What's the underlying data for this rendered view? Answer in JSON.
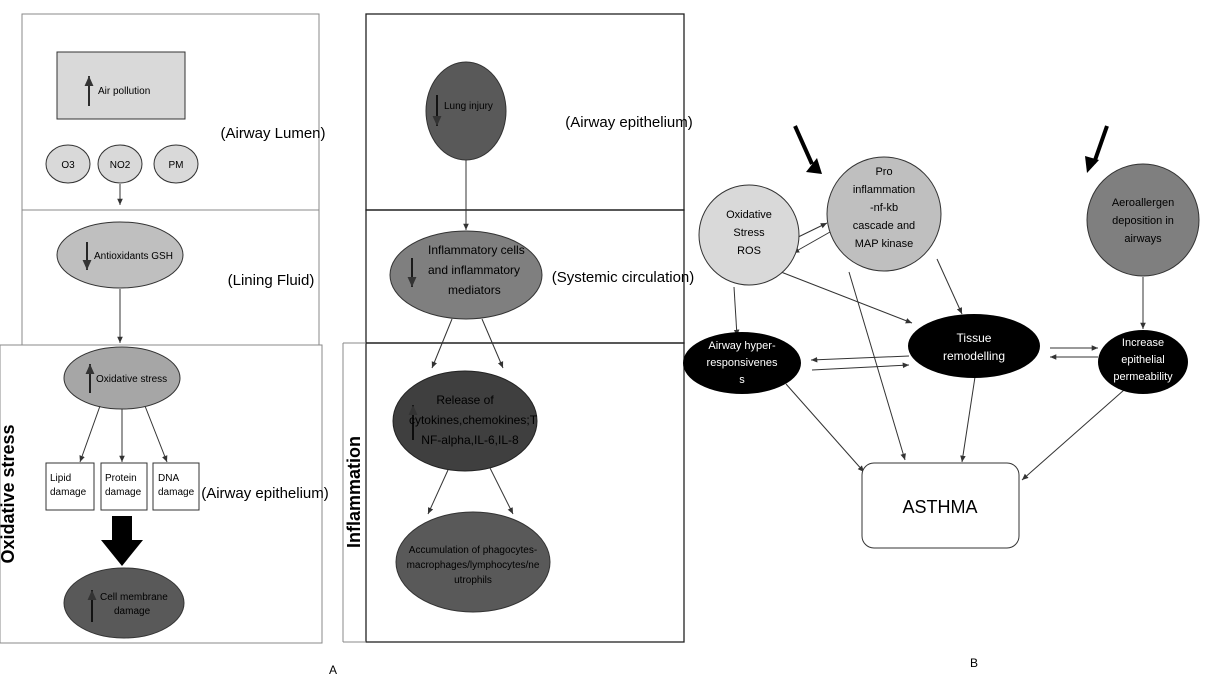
{
  "panel_a": {
    "caption": "A",
    "oxidative": {
      "side_label": "Oxidative stress",
      "region_airway_lumen": "(Airway Lumen)",
      "region_lining_fluid": "(Lining Fluid)",
      "region_airway_epithelium": "(Airway epithelium)",
      "air_pollution": "Air pollution",
      "pollutants": [
        "O3",
        "NO2",
        "PM"
      ],
      "antioxidants": "Antioxidants GSH",
      "oxidative_stress": "Oxidative stress",
      "damage": {
        "lipid": [
          "Lipid",
          "damage"
        ],
        "protein": [
          "Protein",
          "damage"
        ],
        "dna": [
          "DNA",
          "damage"
        ]
      },
      "cell_membrane": [
        "Cell membrane",
        "damage"
      ]
    },
    "inflammation": {
      "side_label": "Inflammation",
      "region_airway_epithelium": "(Airway epithelium)",
      "region_systemic": "(Systemic circulation)",
      "lung_injury": "Lung injury",
      "inflammatory_cells": [
        "Inflammatory cells",
        "and inflammatory",
        "mediators"
      ],
      "release": [
        "Release of",
        "cytokines,chemokines;T",
        "NF-alpha,IL-6,IL-8"
      ],
      "accumulation": [
        "Accumulation of phagocytes-",
        "macrophages/lymphocytes/ne",
        "utrophils"
      ]
    }
  },
  "panel_b": {
    "caption": "B",
    "oxidative_stress_ros": [
      "Oxidative",
      "Stress",
      "ROS"
    ],
    "pro_inflammation": [
      "Pro",
      "inflammation",
      "-nf-kb",
      "cascade and",
      "MAP kinase"
    ],
    "aeroallergen": [
      "Aeroallergen",
      "deposition in",
      "airways"
    ],
    "airway_hyper": [
      "Airway hyper-",
      "responsivenes",
      "s"
    ],
    "tissue_remodelling": [
      "Tissue",
      "remodelling"
    ],
    "epithelial_permeability": [
      "Increase",
      "epithelial",
      "permeability"
    ],
    "asthma": "ASTHMA"
  },
  "colors": {
    "light_gray": "#d9d9d9",
    "mid_gray": "#a6a6a6",
    "dark_gray": "#595959",
    "black": "#000000"
  }
}
